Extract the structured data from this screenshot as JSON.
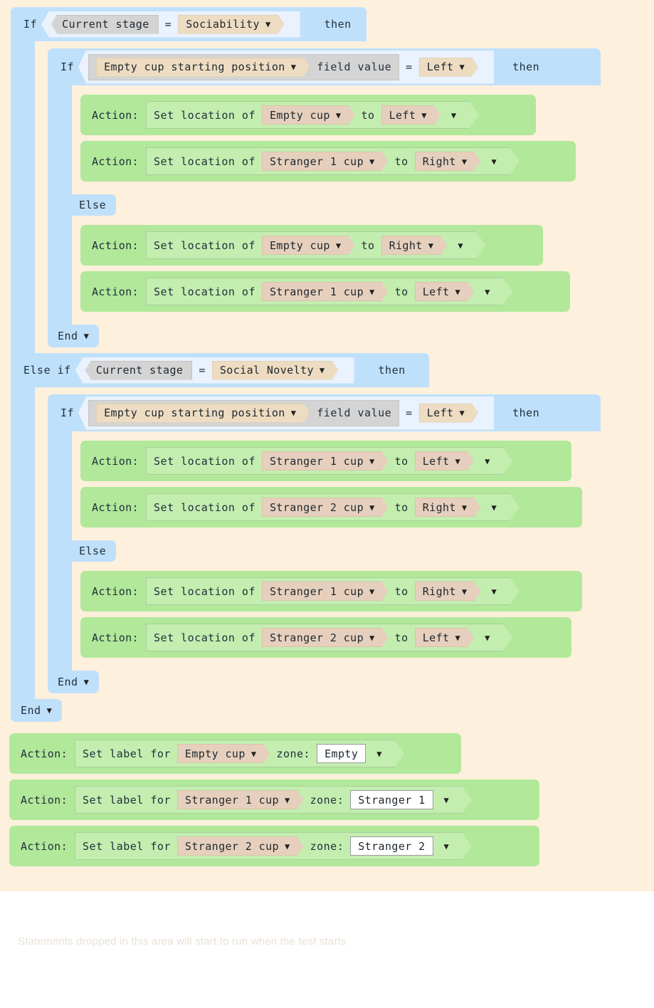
{
  "canvas": {
    "background": "#fdf0dc",
    "blue_block": "#bfe0fb",
    "green_block": "#b1e89a",
    "tan_pill": "#eedcc2",
    "grey_pill": "#d4d4d4"
  },
  "keywords": {
    "if": "If",
    "else_if": "Else if",
    "else": "Else",
    "end": "End",
    "then": "then",
    "equals": "=",
    "field_value": "field value",
    "action": "Action:",
    "to": "to",
    "zone": "zone:",
    "caret": "▼"
  },
  "stage1": {
    "condition": {
      "variable": "Current stage",
      "value": "Sociability"
    },
    "inner_if": {
      "field": "Empty cup starting position",
      "value": "Left"
    },
    "then_actions": [
      {
        "verb": "Set location of",
        "target": "Empty cup",
        "value": "Left"
      },
      {
        "verb": "Set location of",
        "target": "Stranger 1 cup",
        "value": "Right"
      }
    ],
    "else_actions": [
      {
        "verb": "Set location of",
        "target": "Empty cup",
        "value": "Right"
      },
      {
        "verb": "Set location of",
        "target": "Stranger 1 cup",
        "value": "Left"
      }
    ]
  },
  "stage2": {
    "condition": {
      "variable": "Current stage",
      "value": "Social Novelty"
    },
    "inner_if": {
      "field": "Empty cup starting position",
      "value": "Left"
    },
    "then_actions": [
      {
        "verb": "Set location of",
        "target": "Stranger 1 cup",
        "value": "Left"
      },
      {
        "verb": "Set location of",
        "target": "Stranger 2 cup",
        "value": "Right"
      }
    ],
    "else_actions": [
      {
        "verb": "Set location of",
        "target": "Stranger 1 cup",
        "value": "Right"
      },
      {
        "verb": "Set location of",
        "target": "Stranger 2 cup",
        "value": "Left"
      }
    ]
  },
  "label_actions": [
    {
      "verb": "Set label for",
      "target": "Empty cup",
      "zone_value": "Empty"
    },
    {
      "verb": "Set label for",
      "target": "Stranger 1 cup",
      "zone_value": "Stranger 1"
    },
    {
      "verb": "Set label for",
      "target": "Stranger 2 cup",
      "zone_value": "Stranger 2"
    }
  ],
  "dropzone": {
    "hint": "Statements dropped in this area will start to run when the test starts"
  }
}
